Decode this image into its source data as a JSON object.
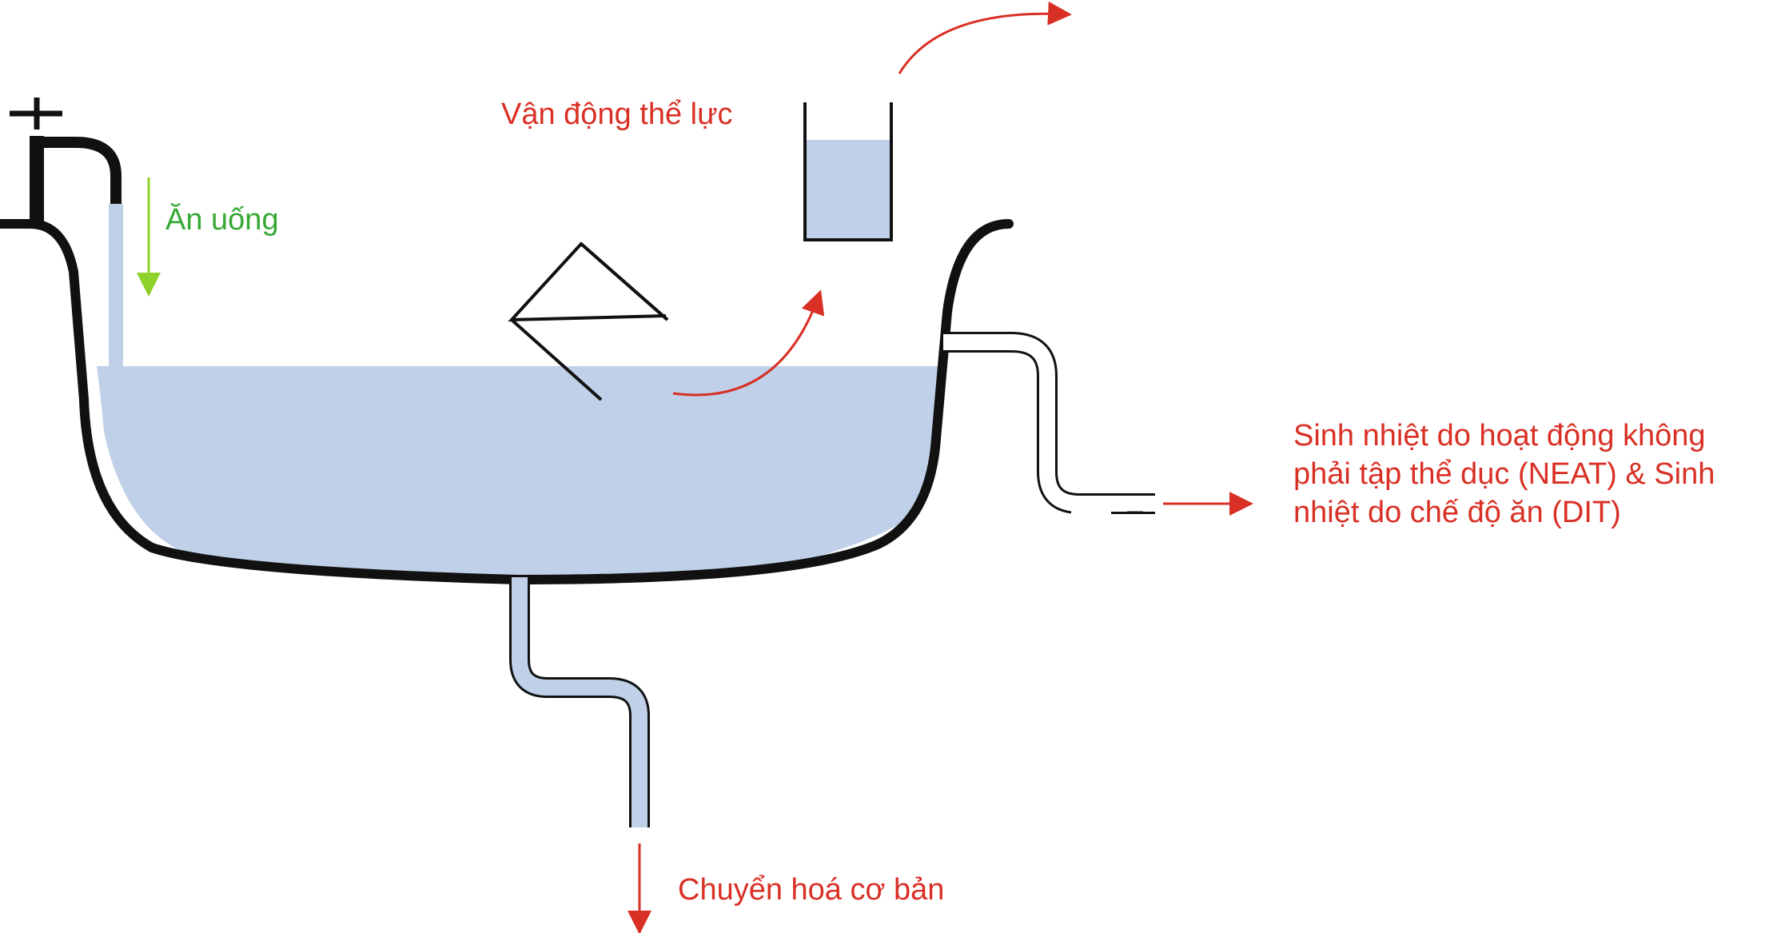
{
  "labels": {
    "intake": "Ăn uống",
    "exercise": "Vận động thể lực",
    "neat_dit_line1": "Sinh nhiệt do hoạt động không",
    "neat_dit_line2": "phải tập thể dục (NEAT) & Sinh",
    "neat_dit_line3": "nhiệt do chế độ ăn (DIT)",
    "bmr": "Chuyển hoá cơ bản"
  },
  "colors": {
    "water": "#bfd0e8",
    "outline": "#111111",
    "arrow_red": "#d93025",
    "arrow_green": "#8ed12a",
    "text_red": "#d93025",
    "text_green": "#36a935"
  },
  "icons": {
    "faucet": "faucet-icon",
    "bucket": "bucket-icon",
    "ladle": "ladle-icon"
  }
}
